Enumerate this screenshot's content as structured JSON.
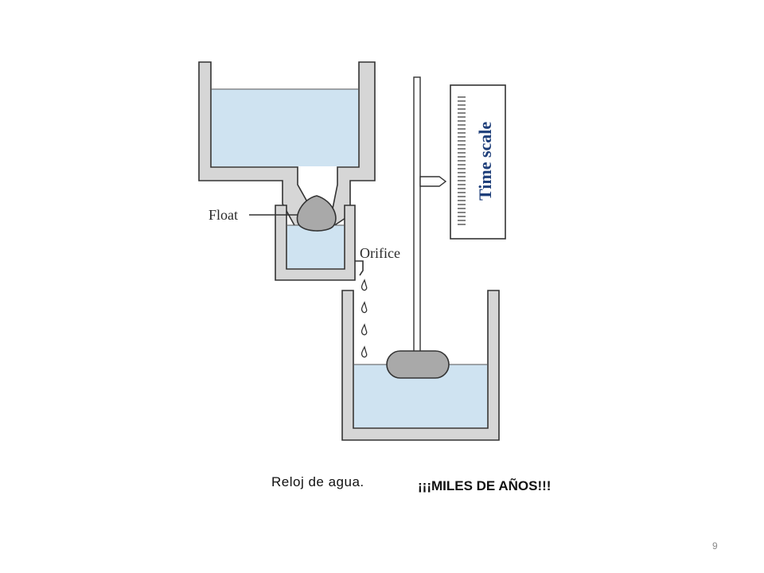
{
  "diagram": {
    "labels": {
      "float": "Float",
      "orifice": "Orifice",
      "time_scale": "Time scale"
    },
    "colors": {
      "water": "#cfe3f1",
      "wall": "#d6d6d6",
      "outline": "#333333",
      "float": "#a9a9a9",
      "scale_text": "#1f3f7a"
    }
  },
  "caption": "Reloj de agua.",
  "headline": "¡¡¡MILES DE AÑOS!!!",
  "page_number": "9"
}
